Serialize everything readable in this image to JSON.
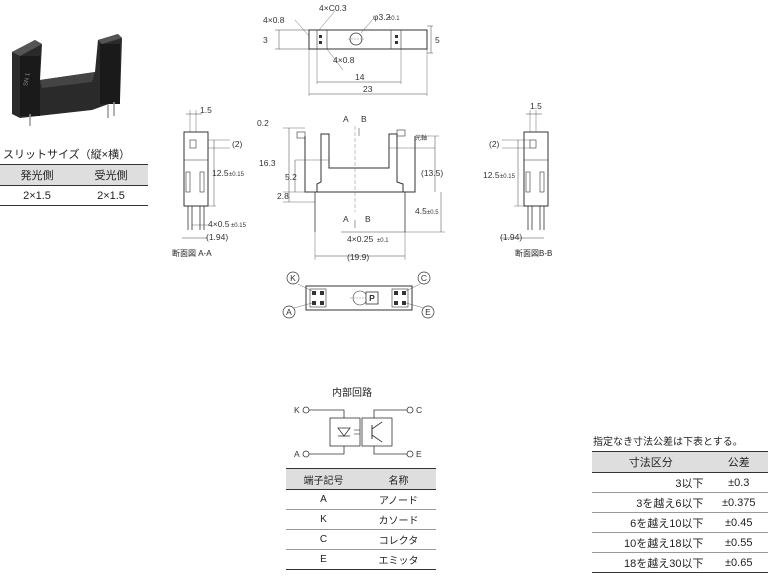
{
  "slit": {
    "title": "スリットサイズ（縦×横）",
    "headers": [
      "発光側",
      "受光側"
    ],
    "values": [
      "2×1.5",
      "2×1.5"
    ]
  },
  "top_view": {
    "chamfer": "4×C0.3",
    "hole": "φ3.2",
    "hole_tol": "±0.1",
    "left_dim": "4×0.8",
    "inner_dim": "4×0.8",
    "height_left": "3",
    "height_right": "5",
    "pitch": "14",
    "width": "23"
  },
  "section_a": {
    "caption": "断面図 A-A",
    "top_dim": "1.5",
    "side_dim": "(2)",
    "height": "12.5",
    "height_tol": "±0.15",
    "pin_dim": "4×0.5",
    "pin_tol": "±0.15",
    "bottom_dim": "(1.94)"
  },
  "front_view": {
    "dim_02": "0.2",
    "a_mark": "A",
    "b_mark": "B",
    "optical_axis": "光軸",
    "dim_163": "16.3",
    "dim_52": "5.2",
    "dim_28": "2.8",
    "dim_135": "(13.5)",
    "dim_45": "4.5",
    "dim_45_tol": "±0.5",
    "pin_width": "4×0.25",
    "pin_width_tol": "±0.1",
    "overall": "(19.9)"
  },
  "section_b": {
    "caption": "断面図B-B",
    "top_dim": "1.5",
    "side_dim": "(2)",
    "height": "12.5",
    "height_tol": "±0.15",
    "bottom_dim": "(1.94)"
  },
  "bottom_view": {
    "k": "K",
    "a": "A",
    "c": "C",
    "e": "E",
    "p": "P"
  },
  "circuit": {
    "title": "内部回路",
    "k": "K",
    "a": "A",
    "c": "C",
    "e": "E"
  },
  "terminal_table": {
    "headers": [
      "端子記号",
      "名称"
    ],
    "rows": [
      [
        "A",
        "アノード"
      ],
      [
        "K",
        "カソード"
      ],
      [
        "C",
        "コレクタ"
      ],
      [
        "E",
        "エミッタ"
      ]
    ]
  },
  "tolerance": {
    "note": "指定なき寸法公差は下表とする。",
    "headers": [
      "寸法区分",
      "公差"
    ],
    "rows": [
      [
        "3以下",
        "±0.3"
      ],
      [
        "3を越え6以下",
        "±0.375"
      ],
      [
        "6を越え10以下",
        "±0.45"
      ],
      [
        "10を越え18以下",
        "±0.55"
      ],
      [
        "18を越え30以下",
        "±0.65"
      ]
    ]
  }
}
